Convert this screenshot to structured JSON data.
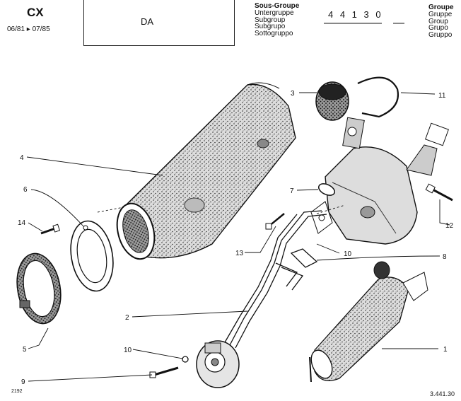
{
  "header": {
    "model": "CX",
    "date_range": "06/81 ▸ 07/85",
    "sub_code": "DA",
    "subgroup_labels": [
      "Sous-Groupe",
      "Untergruppe",
      "Subgroup",
      "Subgrupo",
      "Sottogruppo"
    ],
    "group_number": "4 4 1 3 0",
    "group_labels": [
      "Groupe",
      "Gruppe",
      "Group",
      "Grupo",
      "Gruppo"
    ]
  },
  "callouts": [
    {
      "id": "c4",
      "label": "4"
    },
    {
      "id": "c6",
      "label": "6"
    },
    {
      "id": "c14",
      "label": "14"
    },
    {
      "id": "c5",
      "label": "5"
    },
    {
      "id": "c3",
      "label": "3"
    },
    {
      "id": "c11",
      "label": "11"
    },
    {
      "id": "c7",
      "label": "7"
    },
    {
      "id": "c12",
      "label": "12"
    },
    {
      "id": "c13",
      "label": "13"
    },
    {
      "id": "c10a",
      "label": "10"
    },
    {
      "id": "c8",
      "label": "8"
    },
    {
      "id": "c2",
      "label": "2"
    },
    {
      "id": "c10b",
      "label": "10"
    },
    {
      "id": "c9",
      "label": "9"
    },
    {
      "id": "c1",
      "label": "1"
    }
  ],
  "footer": {
    "left_code": "2192",
    "right_code": "3.441.30"
  }
}
